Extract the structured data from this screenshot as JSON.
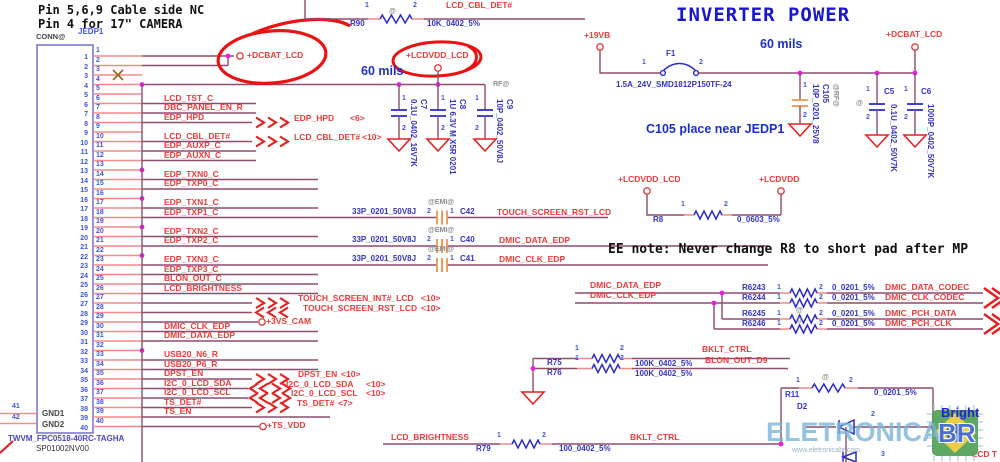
{
  "notes": {
    "pin_note_line1": "Pin 5,6,9 Cable side NC",
    "pin_note_line2": "Pin 4 for 17\" CAMERA",
    "inverter_title": "INVERTER POWER",
    "trace_note_left": "60 mils",
    "trace_note_right": "60 mils",
    "c105_note": "C105 place near JEDP1",
    "ee_note": "EE note: Never change R8 to short pad after MP",
    "bright_note": "Bright",
    "lcd_t_note": "LCD T"
  },
  "connector": {
    "type_label": "CONN@",
    "ref": "JEDP1",
    "part_number": "TWVM_FPC0518-40RC-TAGHA",
    "alt_part_number": "SP01002NV00",
    "gnd_pins": [
      {
        "num": "41",
        "name": "GND1"
      },
      {
        "num": "42",
        "name": "GND2"
      }
    ],
    "pins": [
      {
        "num": "1",
        "net": ""
      },
      {
        "num": "2",
        "net": ""
      },
      {
        "num": "3",
        "net": ""
      },
      {
        "num": "4",
        "net": ""
      },
      {
        "num": "5",
        "net": ""
      },
      {
        "num": "6",
        "net": "LCD_TST_C"
      },
      {
        "num": "7",
        "net": "DBC_PANEL_EN_R"
      },
      {
        "num": "8",
        "net": "EDP_HPD"
      },
      {
        "num": "9",
        "net": ""
      },
      {
        "num": "10",
        "net": "LCD_CBL_DET#"
      },
      {
        "num": "11",
        "net": "EDP_AUXP_C"
      },
      {
        "num": "12",
        "net": "EDP_AUXN_C"
      },
      {
        "num": "13",
        "net": ""
      },
      {
        "num": "14",
        "net": "EDP_TXN0_C"
      },
      {
        "num": "15",
        "net": "EDP_TXP0_C"
      },
      {
        "num": "16",
        "net": ""
      },
      {
        "num": "17",
        "net": "EDP_TXN1_C"
      },
      {
        "num": "18",
        "net": "EDP_TXP1_C"
      },
      {
        "num": "19",
        "net": ""
      },
      {
        "num": "20",
        "net": "EDP_TXN2_C"
      },
      {
        "num": "21",
        "net": "EDP_TXP2_C"
      },
      {
        "num": "22",
        "net": ""
      },
      {
        "num": "23",
        "net": "EDP_TXN3_C"
      },
      {
        "num": "24",
        "net": "EDP_TXP3_C"
      },
      {
        "num": "25",
        "net": "BLON_OUT_C"
      },
      {
        "num": "26",
        "net": "LCD_BRIGHTNESS"
      },
      {
        "num": "27",
        "net": ""
      },
      {
        "num": "28",
        "net": ""
      },
      {
        "num": "29",
        "net": ""
      },
      {
        "num": "30",
        "net": "DMIC_CLK_EDP"
      },
      {
        "num": "31",
        "net": "DMIC_DATA_EDP"
      },
      {
        "num": "32",
        "net": ""
      },
      {
        "num": "33",
        "net": "USB20_N6_R"
      },
      {
        "num": "34",
        "net": "USB20_P6_R"
      },
      {
        "num": "35",
        "net": "DPST_EN"
      },
      {
        "num": "36",
        "net": "I2C_0_LCD_SDA"
      },
      {
        "num": "37",
        "net": "I2C_0_LCD_SCL"
      },
      {
        "num": "38",
        "net": "TS_DET#"
      },
      {
        "num": "39",
        "net": "TS_EN"
      },
      {
        "num": "40",
        "net": ""
      }
    ]
  },
  "ports": {
    "edp_hpd": {
      "net": "EDP_HPD",
      "page": "<6>",
      "dir": "out"
    },
    "lcd_cbl_det": {
      "net": "LCD_CBL_DET#",
      "page": "<10>",
      "dir": "out"
    },
    "touch_int": {
      "net": "TOUCH_SCREEN_INT#_LCD",
      "page": "<10>",
      "dir": "out"
    },
    "touch_rst": {
      "net": "TOUCH_SCREEN_RST_LCD",
      "page": "<10>",
      "dir": "in"
    },
    "dpst_en": {
      "net": "DPST_EN",
      "page": "<10>",
      "dir": "out"
    },
    "i2c_sda": {
      "net": "I2C_0_LCD_SDA",
      "page": "<10>",
      "dir": "bidi"
    },
    "i2c_scl": {
      "net": "I2C_0_LCD_SCL",
      "page": "<10>",
      "dir": "bidi"
    },
    "ts_det": {
      "net": "TS_DET#",
      "page": "<7>",
      "dir": "out"
    }
  },
  "power": {
    "dcbat_lcd_left": "+DCBAT_LCD",
    "lcdvdd_lcd_top": "+LCDVDD_LCD",
    "p19vb": "+19VB",
    "dcbat_lcd_right": "+DCBAT_LCD",
    "lcdvdd_lcd_mid": "+LCDVDD_LCD",
    "lcdvdd": "+LCDVDD",
    "p3vs_cam": "+3VS_CAM",
    "ts_vdd": "+TS_VDD"
  },
  "components": {
    "r90": {
      "ref": "R90",
      "value": "10K_0402_5%",
      "net": "LCD_CBL_DET#",
      "pin1": "1",
      "pin2": "2",
      "tag": "@"
    },
    "f1": {
      "ref": "F1",
      "value": "1.5A_24V_SMD1812P150TF-24",
      "pin1": "1",
      "pin2": "2"
    },
    "c105": {
      "ref": "C105",
      "value": "10P_0201_25V8",
      "tag": "@RF@",
      "pin1": "1",
      "pin2": "2"
    },
    "c5": {
      "ref": "C5",
      "value": "0.1U_0402_50V7K",
      "tag": "@",
      "pin1": "1",
      "pin2": "2"
    },
    "c6": {
      "ref": "C6",
      "value": "1000P_0402_50V7K",
      "pin1": "1",
      "pin2": "2"
    },
    "c7": {
      "ref": "C7",
      "value": "0.1U_0402_16V7K",
      "pin1": "1",
      "pin2": "2"
    },
    "c8": {
      "ref": "C8",
      "value": "1U 6.3V M X5R 0201",
      "pin1": "1",
      "pin2": "2"
    },
    "c9": {
      "ref": "C9",
      "value": "10P_0402_50V8J",
      "tag": "RF@",
      "pin1": "1",
      "pin2": "2"
    },
    "r8": {
      "ref": "R8",
      "value": "0_0603_5%",
      "pin1": "1",
      "pin2": "2"
    },
    "emi_caps": [
      {
        "ref": "C42",
        "value": "33P_0201_50V8J",
        "tag": "@EMI@",
        "net": "TOUCH_SCREEN_RST_LCD",
        "pin1": "1",
        "pin2": "2"
      },
      {
        "ref": "C40",
        "value": "33P_0201_50V8J",
        "tag": "@EMI@",
        "net": "DMIC_DATA_EDP",
        "pin1": "1",
        "pin2": "2"
      },
      {
        "ref": "C41",
        "value": "33P_0201_50V8J",
        "tag": "@EMI@",
        "net": "DMIC_CLK_EDP",
        "pin1": "1",
        "pin2": "2"
      }
    ],
    "dmic_resistors": [
      {
        "ref": "R6243",
        "value": "0_0201_5%",
        "in": "DMIC_DATA_EDP",
        "out": "DMIC_DATA_CODEC",
        "pin1": "1",
        "pin2": "2",
        "tag": ""
      },
      {
        "ref": "R6244",
        "value": "0_0201_5%",
        "in": "DMIC_CLK_EDP",
        "out": "DMIC_CLK_CODEC",
        "pin1": "1",
        "pin2": "2",
        "tag": ""
      },
      {
        "ref": "R6245",
        "value": "0_0201_5%",
        "in": "",
        "out": "DMIC_PCH_DATA",
        "pin1": "1",
        "pin2": "2",
        "tag": "@"
      },
      {
        "ref": "R6246",
        "value": "0_0201_5%",
        "in": "",
        "out": "DMIC_PCH_CLK",
        "pin1": "1",
        "pin2": "2",
        "tag": "@"
      }
    ],
    "r75": {
      "ref": "R75",
      "value": "100K_0402_5%",
      "net": "BKLT_CTRL",
      "pin1": "1",
      "pin2": "2"
    },
    "r76": {
      "ref": "R76",
      "value": "100K_0402_5%",
      "net": "BLON_OUT_D9",
      "pin1": "1",
      "pin2": "2"
    },
    "r79": {
      "ref": "R79",
      "value": "100_0402_5%",
      "in": "LCD_BRIGHTNESS",
      "out": "BKLT_CTRL",
      "pin1": "1",
      "pin2": "2"
    },
    "r11": {
      "ref": "R11",
      "value": "0_0201_5%",
      "tag": "@",
      "pin1": "1",
      "pin2": "2"
    },
    "d2": {
      "ref": "D2",
      "pin2": "2",
      "pin3": "3"
    }
  },
  "colors": {
    "wire": "#8d4c6e",
    "pin_stub": "#f48a8a",
    "symbol_red": "#e32222",
    "component_blue": "#2a2acc",
    "emi_orange": "#ef954e",
    "junction_magenta": "#ea1cea",
    "annotation_blue": "#1b2fd0",
    "net_red": "#ed3a3a"
  },
  "watermark": {
    "brand": "ELETRONICA",
    "brand_suffix": "BR",
    "url": "www.eletronicabr.com"
  }
}
